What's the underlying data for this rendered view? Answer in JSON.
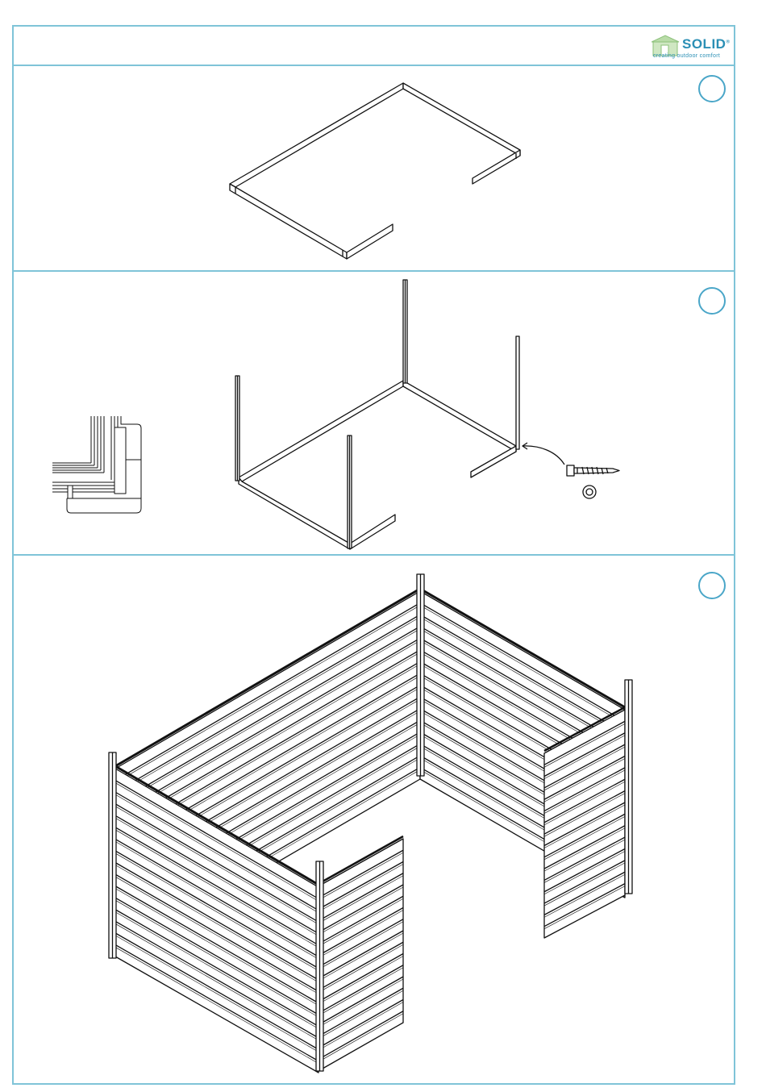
{
  "brand": {
    "name": "SOLID",
    "registered": "®",
    "tagline": "creating outdoor comfort",
    "color": "#2b8fb5",
    "frame_color": "#7fc4d8",
    "icon": "shed-logo-icon"
  },
  "steps": [
    {
      "name": "step-1",
      "icon": "step-circle-icon"
    },
    {
      "name": "step-2",
      "icon": "step-circle-icon"
    },
    {
      "name": "step-3",
      "icon": "step-circle-icon"
    }
  ],
  "hardware": {
    "screw_icon": "hex-screw-icon",
    "washer_icon": "washer-icon",
    "arrow_icon": "curved-arrow-icon"
  },
  "detail": {
    "icon": "corner-profile-detail-icon"
  }
}
